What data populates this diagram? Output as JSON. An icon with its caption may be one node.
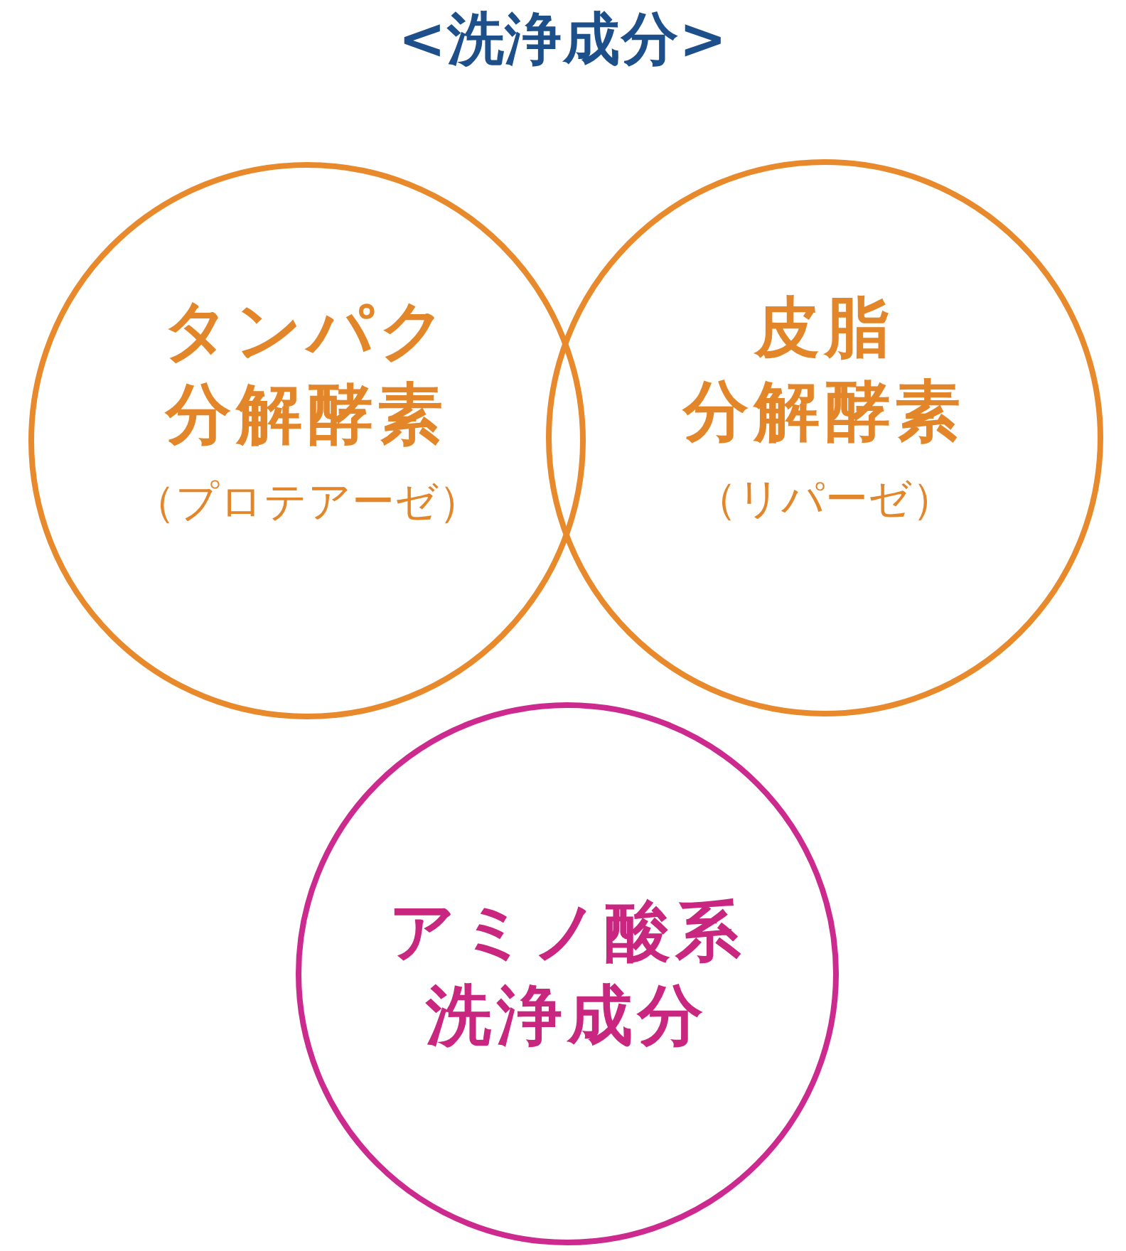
{
  "diagram": {
    "title": "<洗浄成分>",
    "nodes": [
      {
        "text": [
          "タンパク分解酵素",
          "（プロテアーゼ）"
        ]
      },
      {
        "text": [
          "皮脂分解酵素",
          "（リパーゼ）"
        ]
      },
      {
        "text": [
          "アミノ酸系洗浄成分"
        ]
      }
    ]
  }
}
